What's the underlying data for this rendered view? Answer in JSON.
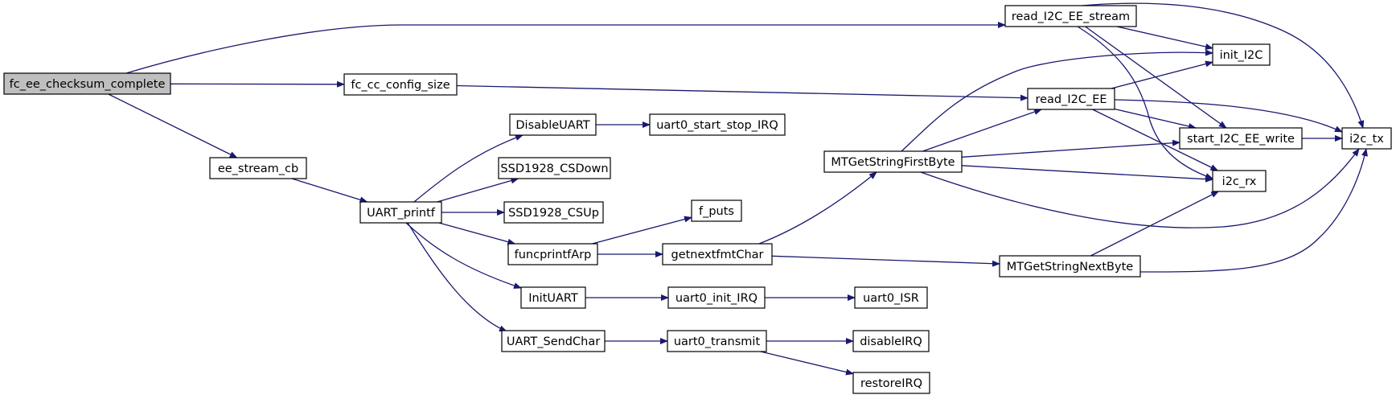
{
  "colors": {
    "edge": "#191970",
    "root_fill": "#bfbfbf",
    "node_fill": "#ffffff",
    "border": "#000000"
  },
  "nodes": [
    {
      "id": "fc_ee_checksum_complete",
      "label": "fc_ee_checksum_complete",
      "root": true
    },
    {
      "id": "read_I2C_EE_stream",
      "label": "read_I2C_EE_stream"
    },
    {
      "id": "fc_cc_config_size",
      "label": "fc_cc_config_size"
    },
    {
      "id": "ee_stream_cb",
      "label": "ee_stream_cb"
    },
    {
      "id": "UART_printf",
      "label": "UART_printf"
    },
    {
      "id": "DisableUART",
      "label": "DisableUART"
    },
    {
      "id": "SSD1928_CSDown",
      "label": "SSD1928_CSDown"
    },
    {
      "id": "SSD1928_CSUp",
      "label": "SSD1928_CSUp"
    },
    {
      "id": "funcprintfArp",
      "label": "funcprintfArp"
    },
    {
      "id": "InitUART",
      "label": "InitUART"
    },
    {
      "id": "UART_SendChar",
      "label": "UART_SendChar"
    },
    {
      "id": "uart0_start_stop_IRQ",
      "label": "uart0_start_stop_IRQ"
    },
    {
      "id": "f_puts",
      "label": "f_puts"
    },
    {
      "id": "getnextfmtChar",
      "label": "getnextfmtChar"
    },
    {
      "id": "uart0_init_IRQ",
      "label": "uart0_init_IRQ"
    },
    {
      "id": "uart0_transmit",
      "label": "uart0_transmit"
    },
    {
      "id": "MTGetStringFirstByte",
      "label": "MTGetStringFirstByte"
    },
    {
      "id": "MTGetStringNextByte",
      "label": "MTGetStringNextByte"
    },
    {
      "id": "uart0_ISR",
      "label": "uart0_ISR"
    },
    {
      "id": "disableIRQ",
      "label": "disableIRQ"
    },
    {
      "id": "restoreIRQ",
      "label": "restoreIRQ"
    },
    {
      "id": "read_I2C_EE",
      "label": "read_I2C_EE"
    },
    {
      "id": "init_I2C",
      "label": "init_I2C"
    },
    {
      "id": "start_I2C_EE_write",
      "label": "start_I2C_EE_write"
    },
    {
      "id": "i2c_rx",
      "label": "i2c_rx"
    },
    {
      "id": "i2c_tx",
      "label": "i2c_tx"
    }
  ],
  "edges": [
    [
      "fc_ee_checksum_complete",
      "read_I2C_EE_stream"
    ],
    [
      "fc_ee_checksum_complete",
      "fc_cc_config_size"
    ],
    [
      "fc_ee_checksum_complete",
      "ee_stream_cb"
    ],
    [
      "ee_stream_cb",
      "UART_printf"
    ],
    [
      "UART_printf",
      "DisableUART"
    ],
    [
      "UART_printf",
      "SSD1928_CSDown"
    ],
    [
      "UART_printf",
      "SSD1928_CSUp"
    ],
    [
      "UART_printf",
      "funcprintfArp"
    ],
    [
      "UART_printf",
      "InitUART"
    ],
    [
      "UART_printf",
      "UART_SendChar"
    ],
    [
      "DisableUART",
      "uart0_start_stop_IRQ"
    ],
    [
      "funcprintfArp",
      "f_puts"
    ],
    [
      "funcprintfArp",
      "getnextfmtChar"
    ],
    [
      "InitUART",
      "uart0_init_IRQ"
    ],
    [
      "uart0_init_IRQ",
      "uart0_ISR"
    ],
    [
      "UART_SendChar",
      "uart0_transmit"
    ],
    [
      "uart0_transmit",
      "disableIRQ"
    ],
    [
      "uart0_transmit",
      "restoreIRQ"
    ],
    [
      "getnextfmtChar",
      "MTGetStringFirstByte"
    ],
    [
      "getnextfmtChar",
      "MTGetStringNextByte"
    ],
    [
      "fc_cc_config_size",
      "read_I2C_EE"
    ],
    [
      "MTGetStringFirstByte",
      "init_I2C"
    ],
    [
      "MTGetStringFirstByte",
      "read_I2C_EE"
    ],
    [
      "MTGetStringFirstByte",
      "start_I2C_EE_write"
    ],
    [
      "MTGetStringFirstByte",
      "i2c_rx"
    ],
    [
      "MTGetStringFirstByte",
      "i2c_tx"
    ],
    [
      "MTGetStringNextByte",
      "i2c_rx"
    ],
    [
      "MTGetStringNextByte",
      "i2c_tx"
    ],
    [
      "read_I2C_EE_stream",
      "init_I2C"
    ],
    [
      "read_I2C_EE_stream",
      "start_I2C_EE_write"
    ],
    [
      "read_I2C_EE_stream",
      "i2c_rx"
    ],
    [
      "read_I2C_EE_stream",
      "i2c_tx"
    ],
    [
      "read_I2C_EE",
      "init_I2C"
    ],
    [
      "read_I2C_EE",
      "start_I2C_EE_write"
    ],
    [
      "read_I2C_EE",
      "i2c_rx"
    ],
    [
      "read_I2C_EE",
      "i2c_tx"
    ],
    [
      "start_I2C_EE_write",
      "i2c_tx"
    ]
  ]
}
